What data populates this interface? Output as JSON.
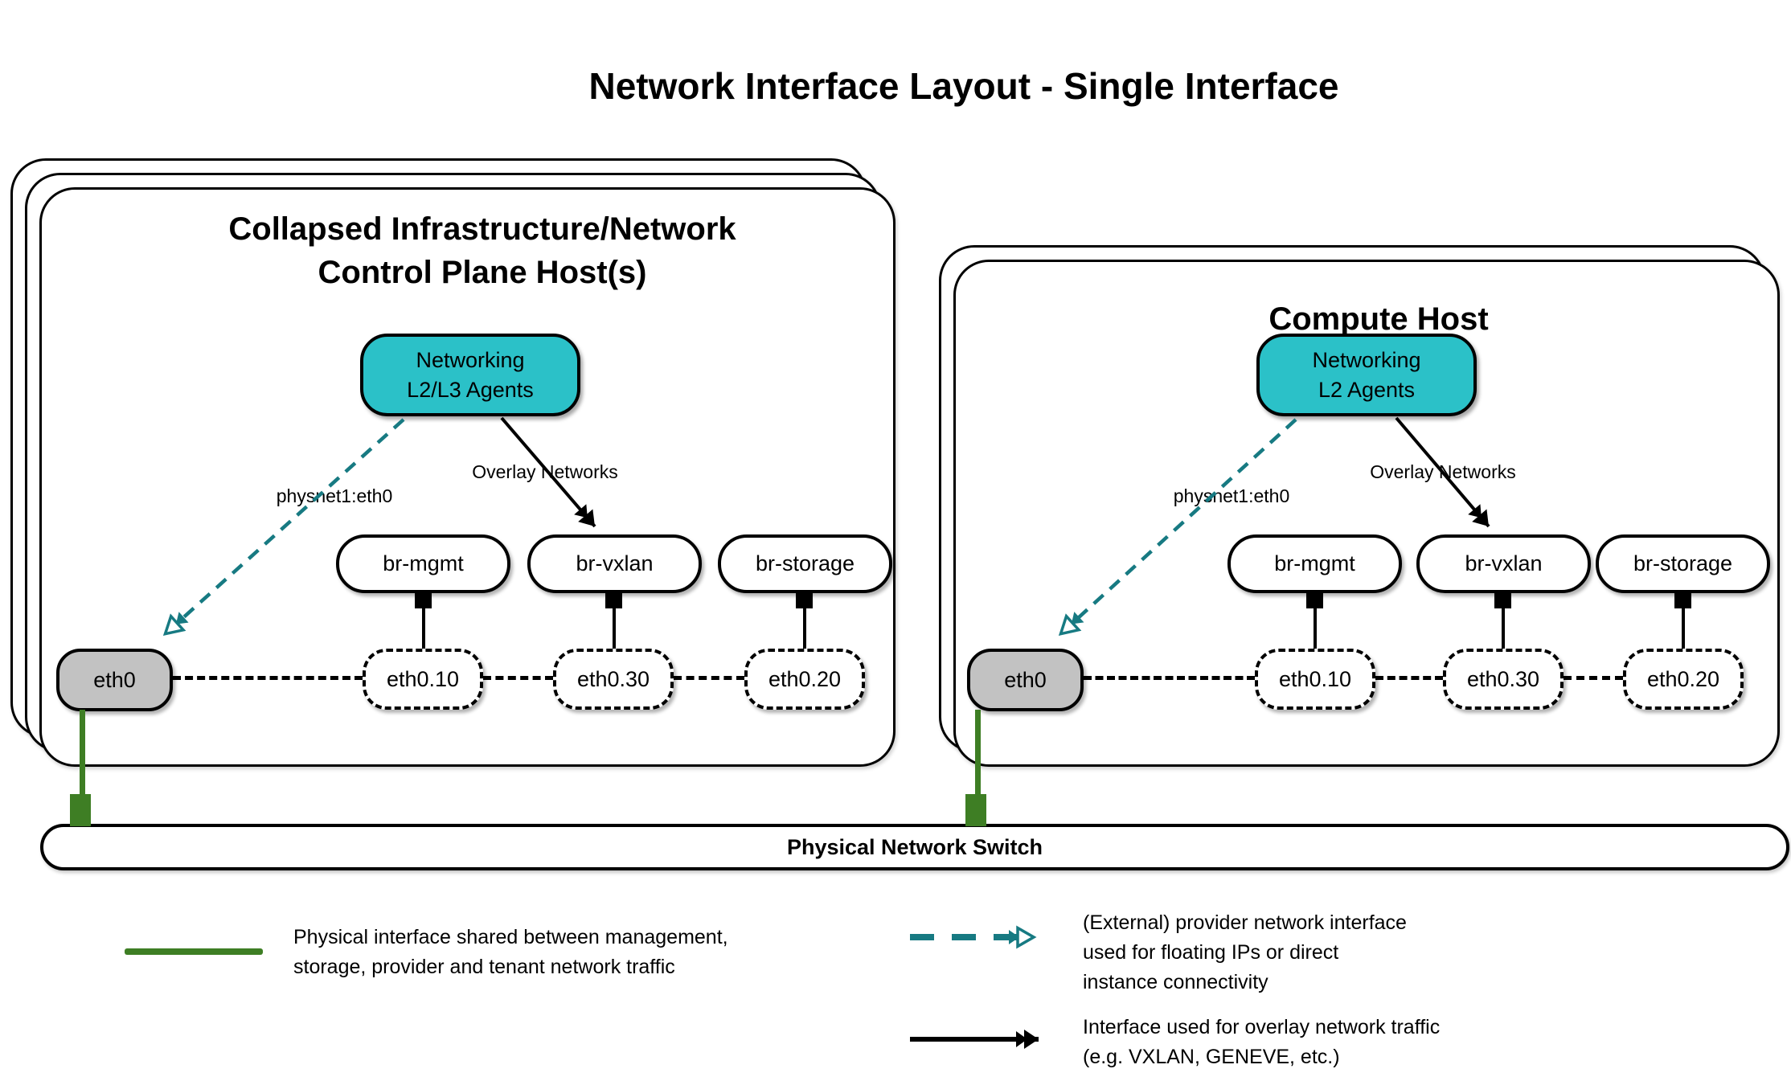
{
  "title": "Network Interface Layout - Single Interface",
  "colors": {
    "teal": "#2BC1C8",
    "teal_dark": "#177A82",
    "green": "#3E7E24",
    "gray": "#C2C2C2",
    "black": "#000000"
  },
  "left_host": {
    "title_line1": "Collapsed Infrastructure/Network",
    "title_line2": "Control Plane Host(s)",
    "agent_line1": "Networking",
    "agent_line2": "L2/L3 Agents",
    "provider_label": "physnet1:eth0",
    "overlay_label": "Overlay Networks",
    "bridges": [
      "br-mgmt",
      "br-vxlan",
      "br-storage"
    ],
    "interface": "eth0",
    "vlans": [
      "eth0.10",
      "eth0.30",
      "eth0.20"
    ]
  },
  "right_host": {
    "title": "Compute Host",
    "agent_line1": "Networking",
    "agent_line2": "L2 Agents",
    "provider_label": "physnet1:eth0",
    "overlay_label": "Overlay Networks",
    "bridges": [
      "br-mgmt",
      "br-vxlan",
      "br-storage"
    ],
    "interface": "eth0",
    "vlans": [
      "eth0.10",
      "eth0.30",
      "eth0.20"
    ]
  },
  "switch_bar": {
    "label": "Physical Network Switch"
  },
  "legend": {
    "physical": {
      "line1": "Physical interface shared between management,",
      "line2": "storage, provider and tenant network traffic"
    },
    "provider": {
      "line1": "(External) provider network interface",
      "line2": "used for floating IPs or direct",
      "line3": "instance connectivity"
    },
    "overlay": {
      "line1": "Interface used for overlay network traffic",
      "line2": "(e.g. VXLAN, GENEVE, etc.)"
    }
  }
}
